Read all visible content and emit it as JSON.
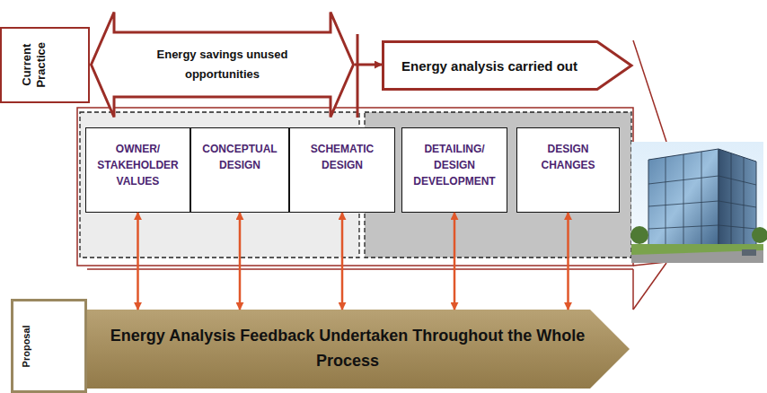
{
  "diagram": {
    "nodes": [
      {
        "text": [
          "Current Practice"
        ]
      },
      {
        "text": [
          "Energy savings unused opportunities"
        ]
      },
      {
        "text": [
          "Energy analysis carried out"
        ]
      },
      {
        "text": [
          "OWNER/ STAKEHOLDER VALUES"
        ]
      },
      {
        "text": [
          "CONCEPTUAL DESIGN"
        ]
      },
      {
        "text": [
          "SCHEMATIC DESIGN"
        ]
      },
      {
        "text": [
          "DETAILING/ DESIGN DEVELOPMENT"
        ]
      },
      {
        "text": [
          "DESIGN CHANGES"
        ]
      },
      {
        "text": [
          "Proposal"
        ]
      },
      {
        "text": [
          "Energy Analysis Feedback Undertaken Throughout the Whole Process"
        ]
      }
    ],
    "edges": [
      {
        "from": 1,
        "to": 2,
        "arrow": "to"
      },
      {
        "from": 3,
        "to": 9,
        "arrow": "both"
      },
      {
        "from": 4,
        "to": 9,
        "arrow": "both"
      },
      {
        "from": 5,
        "to": 9,
        "arrow": "both"
      },
      {
        "from": 6,
        "to": 9,
        "arrow": "both"
      },
      {
        "from": 7,
        "to": 9,
        "arrow": "both"
      }
    ]
  }
}
